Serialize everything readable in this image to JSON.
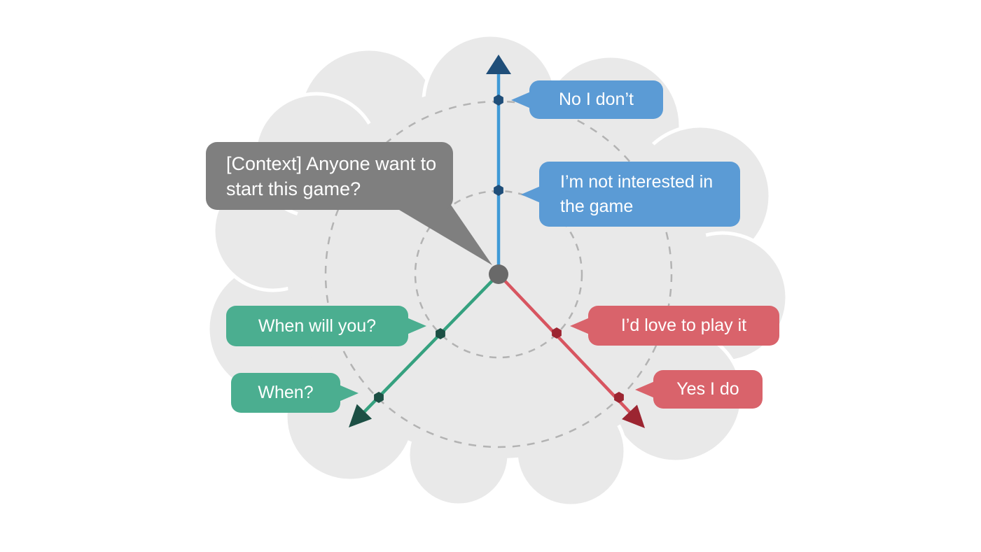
{
  "colors": {
    "page-bg": "#ffffff",
    "cloud": "#e9e9e9",
    "dashed-ring": "#b3b3b3",
    "center-dot": "#696969",
    "context-bubble": "#7f7f7f",
    "blue-bubble": "#5b9bd5",
    "blue-axis": "#3f9ad6",
    "blue-dark": "#1f4e79",
    "green-bubble": "#4bae90",
    "green-axis": "#35a17f",
    "green-dark": "#1c4f44",
    "red-bubble": "#d9636b",
    "red-axis": "#d75560",
    "red-dark": "#9c2531",
    "bubble-text": "#ffffff"
  },
  "context": {
    "text": "[Context] Anyone want to start this game?"
  },
  "axes": {
    "blue": {
      "outer": "No I don’t",
      "inner": "I’m not interested in the game"
    },
    "green": {
      "inner": "When will you?",
      "outer": "When?"
    },
    "red": {
      "inner": "I’d love to play it",
      "outer": "Yes I do"
    }
  }
}
